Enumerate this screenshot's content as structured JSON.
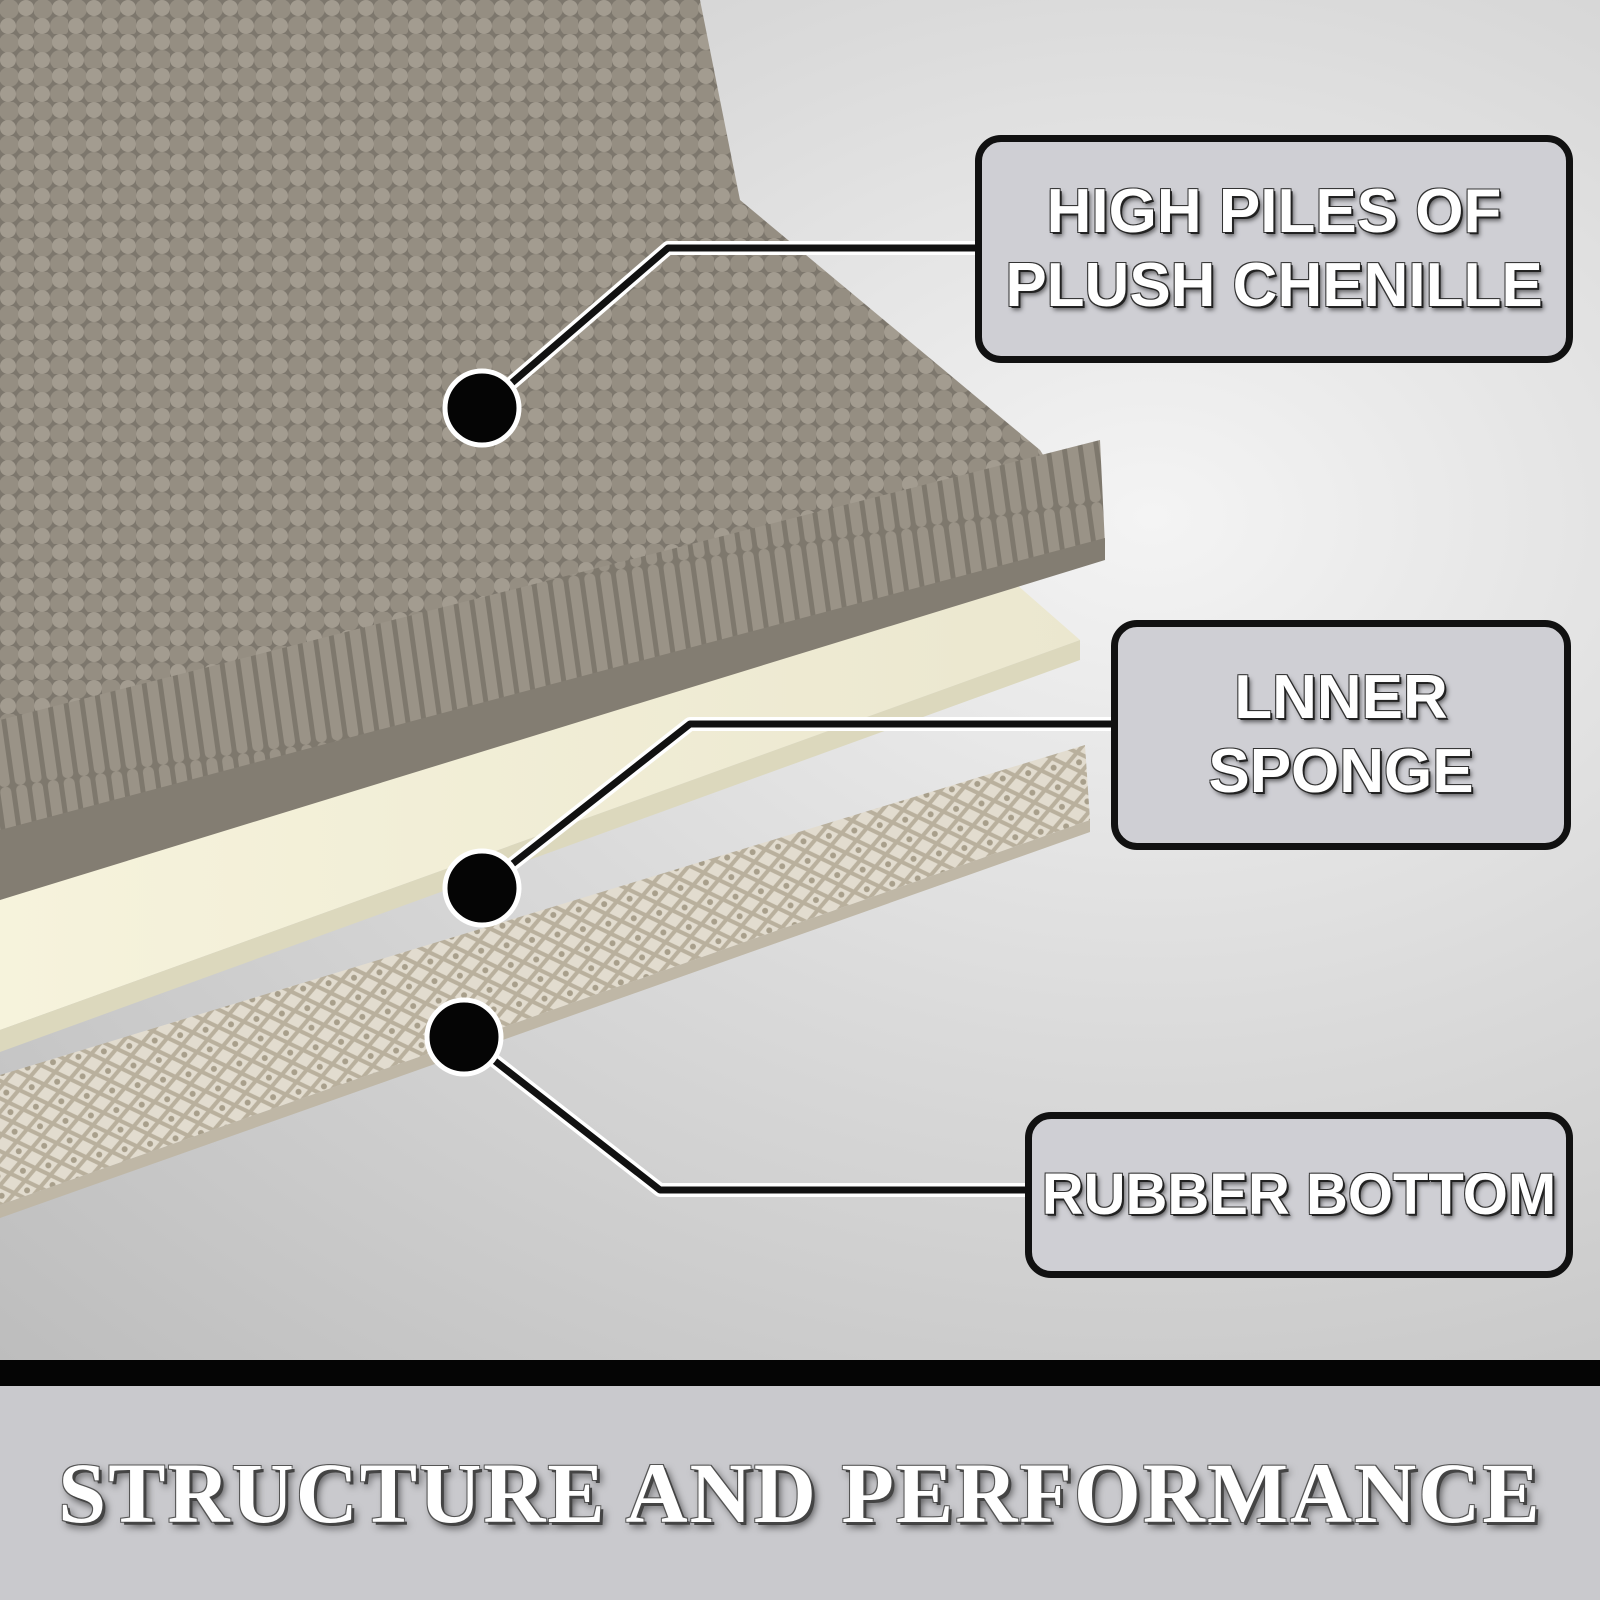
{
  "callouts": {
    "top": {
      "line1": "HIGH PILES OF",
      "line2": "PLUSH CHENILLE"
    },
    "middle": {
      "line1": "LNNER",
      "line2": "SPONGE"
    },
    "bottom": {
      "line1": "RUBBER BOTTOM"
    }
  },
  "footer": {
    "title": "STRUCTURE AND PERFORMANCE"
  },
  "colors": {
    "chenille": "#8e877c",
    "sponge": "#f4f1d9",
    "rubber": "#d7cfc0",
    "box_fill": "#cfcfd4",
    "outline": "#111111"
  }
}
